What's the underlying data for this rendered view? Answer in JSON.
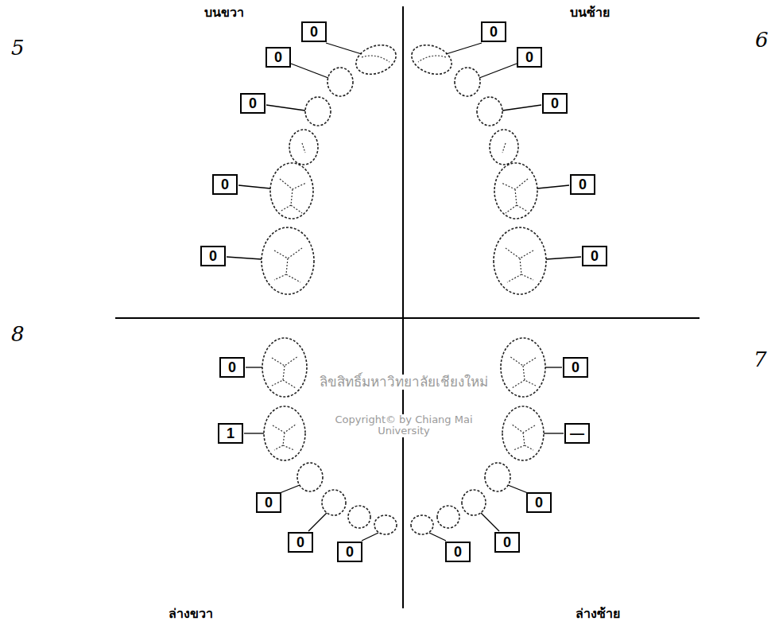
{
  "diagram": {
    "nodes": [
      {
        "text": [
          "0"
        ]
      },
      {
        "text": [
          "0"
        ]
      },
      {
        "text": [
          "0"
        ]
      },
      {
        "text": [
          "0"
        ]
      },
      {
        "text": [
          "0"
        ]
      },
      {
        "text": [
          "0"
        ]
      },
      {
        "text": [
          "0"
        ]
      },
      {
        "text": [
          "0"
        ]
      },
      {
        "text": [
          "0"
        ]
      },
      {
        "text": [
          "0"
        ]
      },
      {
        "text": [
          "0"
        ]
      },
      {
        "text": [
          "1"
        ]
      },
      {
        "text": [
          "0"
        ]
      },
      {
        "text": [
          "0"
        ]
      },
      {
        "text": [
          "0"
        ]
      },
      {
        "text": [
          "0"
        ]
      },
      {
        "text": [
          "—"
        ]
      },
      {
        "text": [
          "0"
        ]
      },
      {
        "text": [
          "0"
        ]
      },
      {
        "text": [
          "0"
        ]
      }
    ],
    "labels": [
      "บนขวา",
      "บนซ้าย",
      "ล่างขวา",
      "ล่างซ้าย",
      "5",
      "6",
      "8",
      "7",
      "ลิขสิทธิ์มหาวิทยาลัยเชียงใหม่",
      "Copyright© by Chiang Mai University"
    ]
  }
}
